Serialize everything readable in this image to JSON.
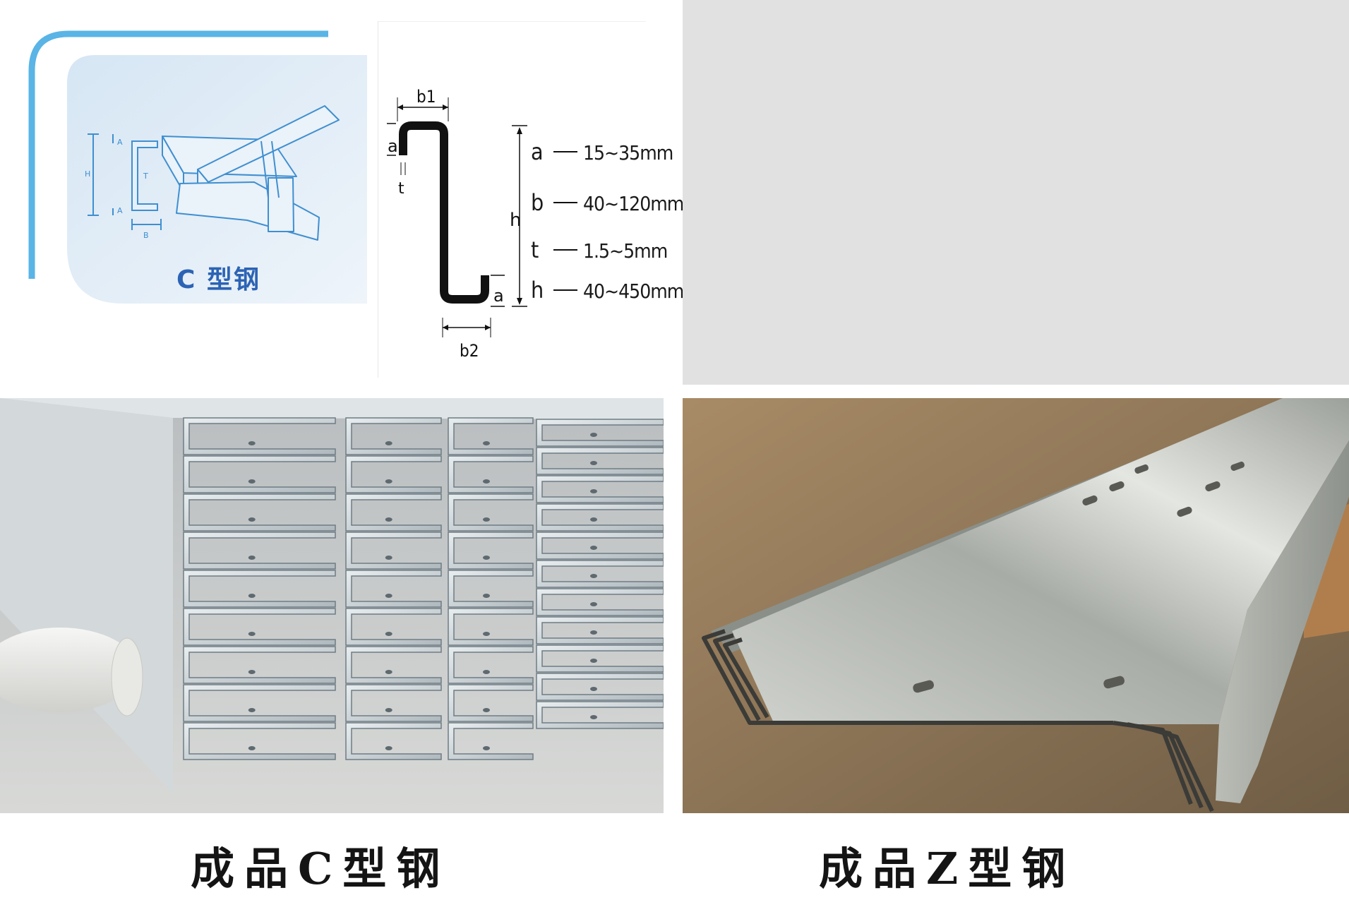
{
  "c_card": {
    "title": "C 型钢",
    "dim_labels": {
      "h": "H",
      "a_top": "A",
      "a_bottom": "A",
      "t": "T",
      "b": "B"
    },
    "accent_color": "#5ab4e6",
    "card_color": "#dde9f5"
  },
  "z_diagram": {
    "labels": {
      "b1": "b1",
      "b2": "b2",
      "a_top": "a",
      "a_bottom": "a",
      "t": "t",
      "h": "h"
    },
    "specs": [
      {
        "sym": "a",
        "value": "15~35mm"
      },
      {
        "sym": "b",
        "value": "40~120mm"
      },
      {
        "sym": "t",
        "value": "1.5~5mm"
      },
      {
        "sym": "h",
        "value": "40~450mm"
      }
    ]
  },
  "photos": {
    "c_photo_name": "finished-c-steel-stack",
    "z_photo_name": "finished-z-steel-purlins"
  },
  "captions": {
    "c": "成品C型钢",
    "z": "成品Z型钢"
  }
}
